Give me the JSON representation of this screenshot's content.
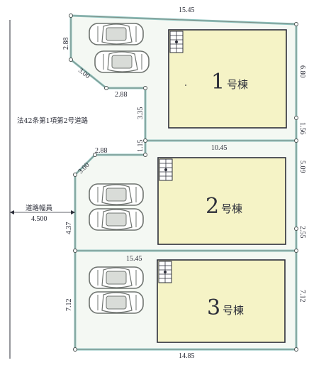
{
  "colors": {
    "lot_fill": "#f4f8f3",
    "lot_edge": "#8fc4c0",
    "boundary": "#7f8e86",
    "building_fill": "#f5f3c6",
    "building_edge": "#2d2f3a",
    "car": "#6f7470",
    "post": "#4a5250"
  },
  "road": {
    "label": "法42条第1項第2号道路",
    "width_label": "道路幅員",
    "width_value": "4.500"
  },
  "lots": [
    {
      "number": "1",
      "suffix": "号棟",
      "dims": {
        "top": "15.45",
        "right": "6.80",
        "right_lower": "1.56",
        "bottom": "10.45",
        "left_1": "2.88",
        "left_2": "3.00",
        "left_3": "2.88",
        "left_4": "3.35",
        "left_5": "1.15"
      }
    },
    {
      "number": "2",
      "suffix": "号棟",
      "dims": {
        "left_top": "2.88",
        "left_diag": "3.00",
        "left": "4.37",
        "right": "5.09",
        "right_lower": "2.55"
      }
    },
    {
      "number": "3",
      "suffix": "号棟",
      "dims": {
        "top": "15.45",
        "bottom": "14.85",
        "left": "7.12",
        "right": "7.12"
      }
    }
  ],
  "icons": [
    "car-icon",
    "stair-icon",
    "boundary-post-icon"
  ]
}
